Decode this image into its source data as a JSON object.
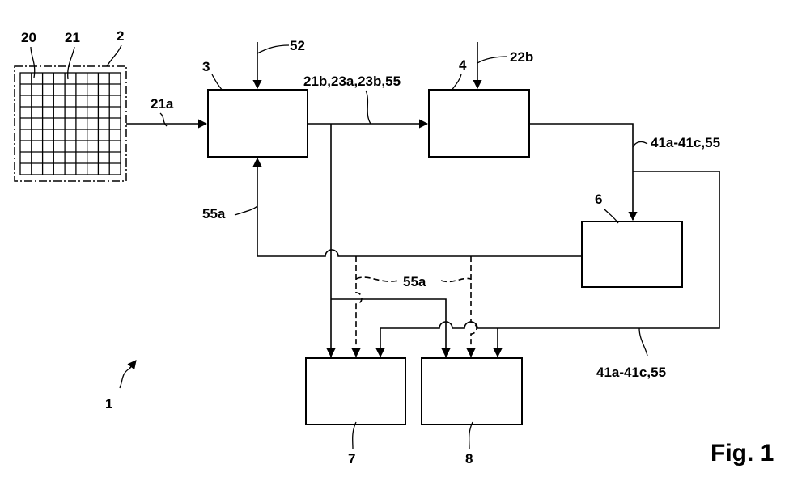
{
  "figure_label": "Fig. 1",
  "labels": {
    "ref_1": "1",
    "ref_2": "2",
    "ref_20": "20",
    "ref_21": "21",
    "ref_3": "3",
    "ref_4": "4",
    "ref_6": "6",
    "ref_7": "7",
    "ref_8": "8",
    "ref_52": "52",
    "ref_22b": "22b",
    "ref_21a": "21a",
    "ref_21b_group": "21b,23a,23b,55",
    "ref_41_top": "41a-41c,55",
    "ref_41_bottom": "41a-41c,55",
    "ref_55a_left": "55a",
    "ref_55a_mid": "55a"
  }
}
